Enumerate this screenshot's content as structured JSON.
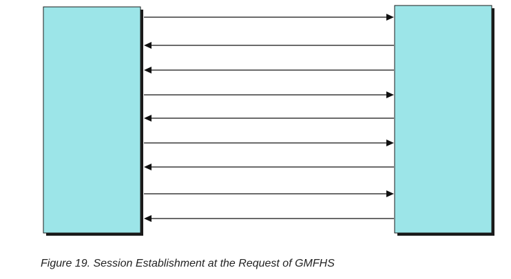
{
  "figure": {
    "caption": "Figure 19. Session Establishment at the Request of GMFHS"
  },
  "colors": {
    "box_fill": "#9ce5e8",
    "box_stroke": "#1a1a1a",
    "shadow": "#1a1a1a",
    "arrow": "#111111"
  },
  "messages": [
    {
      "direction": "left-to-right"
    },
    {
      "direction": "right-to-left"
    },
    {
      "direction": "right-to-left"
    },
    {
      "direction": "left-to-right"
    },
    {
      "direction": "right-to-left"
    },
    {
      "direction": "left-to-right"
    },
    {
      "direction": "right-to-left"
    },
    {
      "direction": "left-to-right"
    },
    {
      "direction": "right-to-left"
    }
  ]
}
